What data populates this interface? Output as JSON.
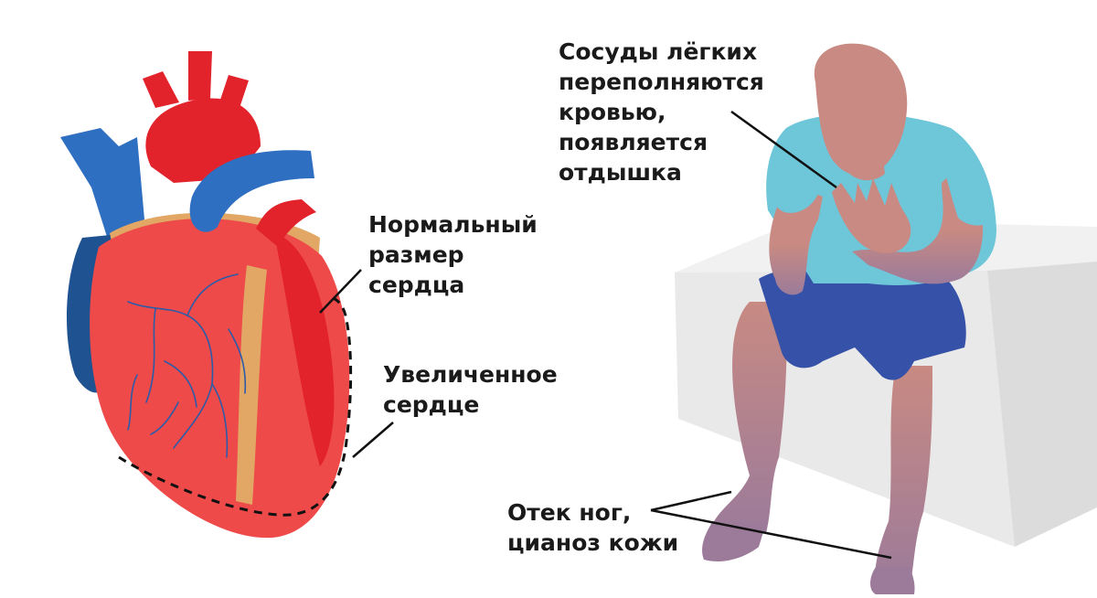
{
  "labels": {
    "normal_size": [
      "Нормальный",
      "размер",
      "сердца"
    ],
    "enlarged": [
      "Увеличенное",
      "сердце"
    ],
    "lungs": [
      "Сосуды лёгких",
      "переполняются",
      "кровью,",
      "появляется",
      "отдышка"
    ],
    "legs": [
      "Отек ног,",
      "цианоз кожи"
    ]
  },
  "colors": {
    "heart_red": "#ee4a49",
    "heart_dark_red": "#e2232c",
    "vein_blue": "#2f6fc1",
    "vein_dark_blue": "#1f5291",
    "fat_yellow": "#e2a765",
    "skin": "#c88a82",
    "skin_cyanotic": "#9c7b9a",
    "shirt": "#6ec6d9",
    "shorts": "#3551a8",
    "box": "#e9e9e9",
    "text": "#1a1a1a"
  }
}
